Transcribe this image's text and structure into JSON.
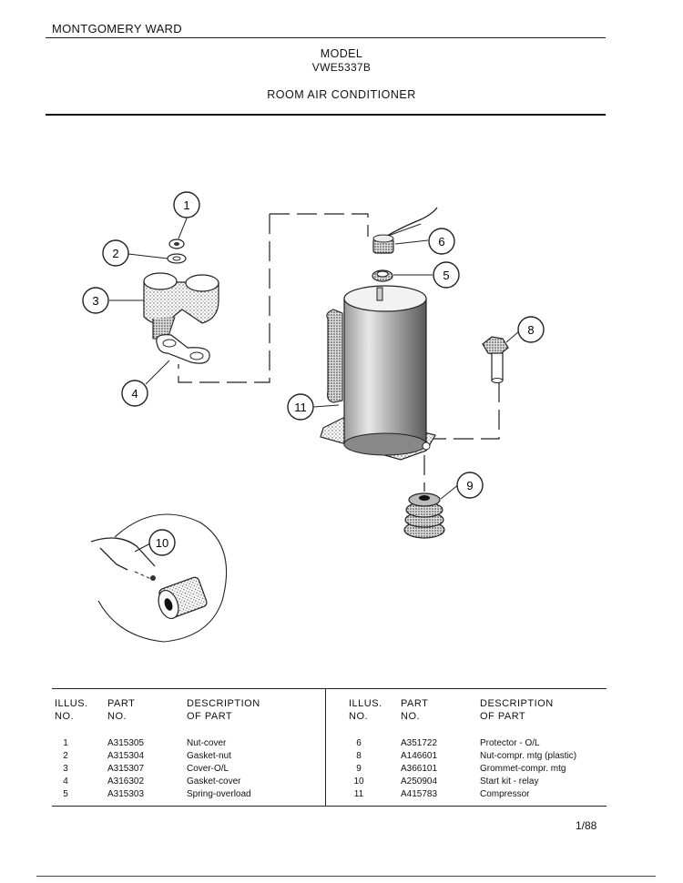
{
  "header": {
    "brand": "MONTGOMERY WARD",
    "model_label": "MODEL",
    "model_number": "VWE5337B",
    "product": "ROOM AIR  CONDITIONER"
  },
  "diagram": {
    "callouts": [
      "1",
      "2",
      "3",
      "4",
      "5",
      "6",
      "8",
      "9",
      "10",
      "11"
    ]
  },
  "parts_table": {
    "headers": {
      "illus_1": "ILLUS.",
      "illus_2": "NO.",
      "part_1": "PART",
      "part_2": "NO.",
      "desc_1": "DESCRIPTION",
      "desc_2": "OF PART"
    },
    "left": [
      {
        "illus": "1",
        "part": "A315305",
        "description": "Nut-cover"
      },
      {
        "illus": "2",
        "part": "A315304",
        "description": "Gasket-nut"
      },
      {
        "illus": "3",
        "part": "A315307",
        "description": "Cover-O/L"
      },
      {
        "illus": "4",
        "part": "A316302",
        "description": "Gasket-cover"
      },
      {
        "illus": "5",
        "part": "A315303",
        "description": "Spring-overload"
      }
    ],
    "right": [
      {
        "illus": "6",
        "part": "A351722",
        "description": "Protector - O/L"
      },
      {
        "illus": "8",
        "part": "A146601",
        "description": "Nut-compr. mtg (plastic)"
      },
      {
        "illus": "9",
        "part": "A366101",
        "description": "Grommet-compr. mtg"
      },
      {
        "illus": "10",
        "part": "A250904",
        "description": "Start kit - relay"
      },
      {
        "illus": "11",
        "part": "A415783",
        "description": "Compressor"
      }
    ]
  },
  "footer": {
    "page": "1/88"
  }
}
